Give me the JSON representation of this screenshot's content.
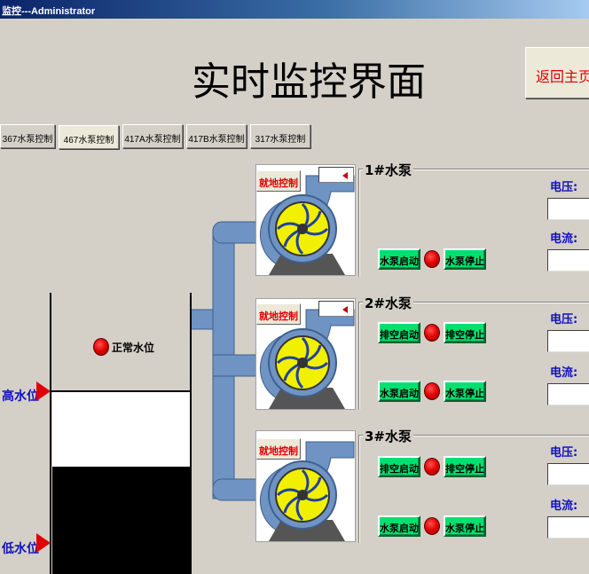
{
  "window": {
    "title": "监控---Administrator"
  },
  "header": {
    "title": "实时监控界面",
    "home_button": "返回主页"
  },
  "tabs": [
    {
      "label": "367水泵控制"
    },
    {
      "label": "467水泵控制"
    },
    {
      "label": "417A水泵控制"
    },
    {
      "label": "417B水泵控制"
    },
    {
      "label": "317水泵控制"
    }
  ],
  "active_tab": "467水泵控制",
  "tank": {
    "status_label": "正常水位",
    "high_level_label": "高水位",
    "low_level_label": "低水位"
  },
  "pumps": [
    {
      "name": "1#水泵",
      "local_control": "就地控制",
      "start_label": "水泵启动",
      "stop_label": "水泵停止",
      "voltage_label": "电压:",
      "current_label": "电流:"
    },
    {
      "name": "2#水泵",
      "local_control": "就地控制",
      "drain_start_label": "排空启动",
      "drain_stop_label": "排空停止",
      "start_label": "水泵启动",
      "stop_label": "水泵停止",
      "voltage_label": "电压:",
      "current_label": "电流:"
    },
    {
      "name": "3#水泵",
      "local_control": "就地控制",
      "drain_start_label": "排空启动",
      "drain_stop_label": "排空停止",
      "start_label": "水泵启动",
      "stop_label": "水泵停止",
      "voltage_label": "电压:",
      "current_label": "电流:"
    }
  ],
  "colors": {
    "alarm_red": "#e00000",
    "button_green": "#00e070",
    "label_blue": "#1010c0",
    "pipe_blue": "#6f94c4",
    "impeller_yellow": "#f0f000"
  },
  "icons": {
    "status_lamp": "red-dot-icon",
    "level_marker": "red-arrow-icon",
    "pump": "centrifugal-pump-icon"
  }
}
